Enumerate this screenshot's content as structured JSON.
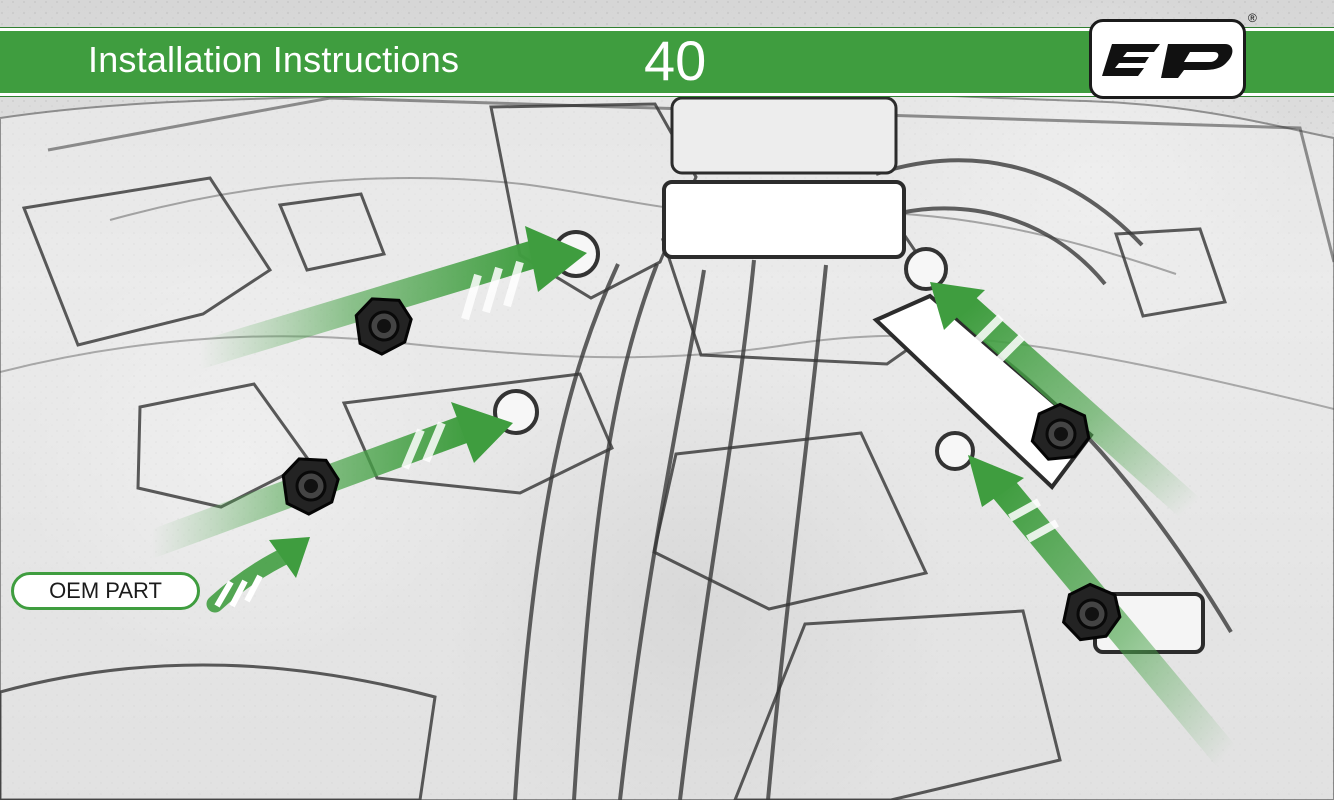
{
  "header": {
    "title": "Installation Instructions",
    "page_number": "40",
    "logo_text": "EP",
    "registered_mark": "®"
  },
  "callouts": {
    "oem_part": "OEM PART"
  },
  "colors": {
    "brand_green": "#3f9d3f",
    "header_white": "#ffffff",
    "logo_black": "#1b1b1b"
  },
  "icons": {
    "logo": "ep-logo-icon",
    "arrow": "green-direction-arrow-icon",
    "nut": "flange-nut-icon"
  }
}
